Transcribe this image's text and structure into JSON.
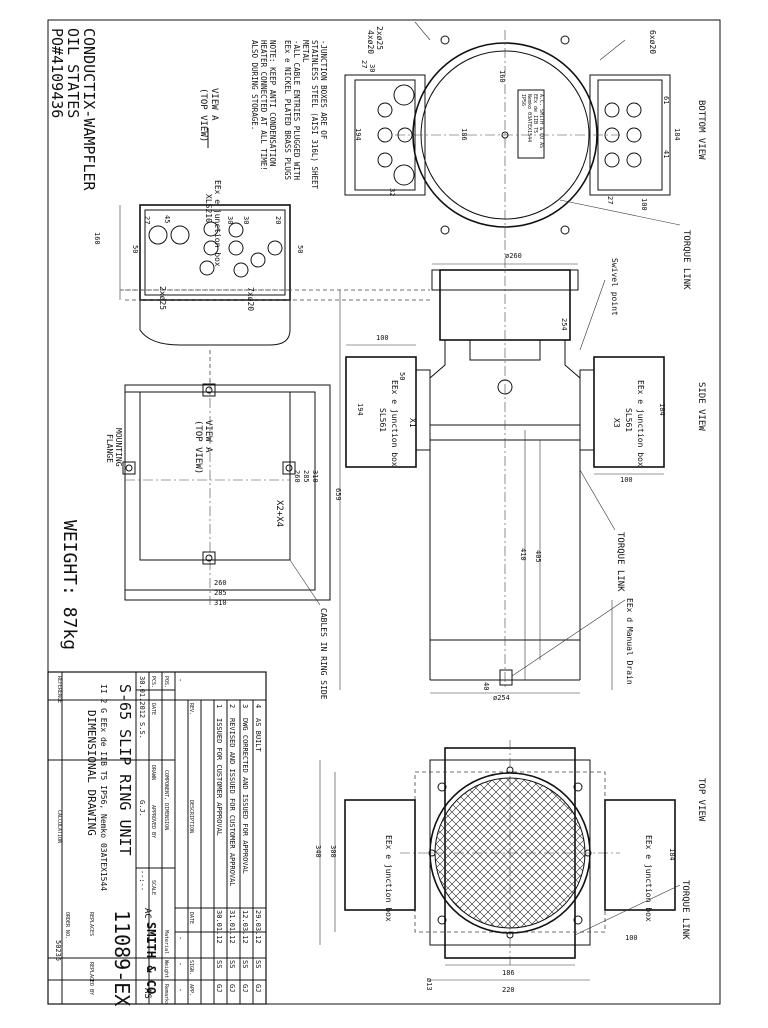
{
  "title_block": {
    "company_lines": [
      "CONDUCTIX-WAMPFLER",
      "OIL STATES",
      "PO#4109436"
    ],
    "weight": "WEIGHT:  87kg",
    "drawing_title": "S-65 SLIP RING UNIT",
    "atex_marking": "II 2 G EEx de IIB T5 IP56, Nemko 03ATEX1544",
    "drawing_type": "DIMENSIONAL DRAWING",
    "drawing_number": "11089-EX",
    "order_no_label": "ORDER NO.",
    "order_no": "50235",
    "date_label": "DATE",
    "date": "30.01.2012",
    "drawn_label": "DRAWN",
    "drawn": "S.S.",
    "approved_label": "APPROVED BY",
    "approved": "G.J.",
    "scale_label": "SCALE",
    "scale": "--:--",
    "reference_label": "REFERENCE",
    "calculation_label": "CALCULATION",
    "component_label": "COMPONENT, DIMENSION",
    "pos_label": "POS.",
    "pcs_label": "PCS.",
    "material_label": "Material",
    "weight_label": "Weight",
    "remarks_label": "Remarks",
    "replaces_label": "REPLACES",
    "replaced_by_label": "REPLACED BY",
    "rev_label": "REV.",
    "description_label": "DESCRIPTION",
    "date_col_label": "DATE",
    "sign_label": "SIGN.",
    "app_label": "APP.",
    "dash": "-",
    "logo_prefix": "AC",
    "logo_main": "SMITH & CO",
    "logo_suffix": "AS",
    "revisions": [
      {
        "rev": "4",
        "description": "AS BUILT",
        "date": "29.03.12",
        "sign": "SS",
        "app": "GJ"
      },
      {
        "rev": "3",
        "description": "DWG CORRECTED AND ISSUED FOR APPROVAL",
        "date": "12.03.12",
        "sign": "SS",
        "app": "GJ"
      },
      {
        "rev": "2",
        "description": "REVISED AND ISSUED FOR CUSTOMER APPROVAL",
        "date": "31.01.12",
        "sign": "SS",
        "app": "GJ"
      },
      {
        "rev": "1",
        "description": "ISSUED FOR CUSTOMER APPROVAL",
        "date": "30.01.12",
        "sign": "SS",
        "app": "GJ"
      }
    ]
  },
  "notes": [
    "-JUNCTION BOXES ARE OF",
    "STAINLESS STEEL (AISI 316L) SHEET",
    "METAL",
    "-ALL CABLE ENTRIES PLUGGED WITH",
    "EEx e NICKEL PLATED BRASS PLUGS",
    "NOTE: KEEP ANTI CONDENSATION",
    "HEATER CONNECTED AT ALL TIME!",
    "ALSO DURING STORAGE."
  ],
  "view_labels": {
    "bottom": "BOTTOM VIEW",
    "side": "SIDE VIEW",
    "top": "TOP VIEW",
    "view_a_lines": [
      "VIEW A",
      "(TOP VIEW)"
    ],
    "view_a_box_lines": [
      "VIEW A",
      "(TOP VIEW)"
    ],
    "x2x4": "X2+X4"
  },
  "callouts": {
    "torque_link": "TORQUE LINK",
    "swivel_point": "Swivel point",
    "mounting": "MOUNTING",
    "flange": "FLANGE",
    "cables": "CABLES IN RING SIDE",
    "manual_drain": "EEx d Manual Drain",
    "xls210_a": "EEx e junction box",
    "xls210_b": "XLS210",
    "jbox": "EEx e junction box",
    "sl561": "SL561",
    "x1": "X1",
    "x3": "X3",
    "nameplate": [
      "A.C. SMITH & CO AS",
      "EEx de IIB T5",
      "Nemko 03ATEX1544",
      "IP56"
    ]
  },
  "dimensions": {
    "d260": "ø260",
    "d254": "ø254",
    "d13": "ø13",
    "hole_2x25_top": "2xø25",
    "hole_4x20": "4xø20",
    "hole_6x20": "6xø20",
    "hole_2x25": "2xø25",
    "hole_7x20": "7xø20",
    "v186": "186",
    "v100": "100",
    "v160": "160",
    "v184": "184",
    "v194": "194",
    "v254": "254",
    "v405": "405",
    "v410": "410",
    "v659": "659",
    "v40": "40",
    "v50": "50",
    "v220": "220",
    "v300": "300",
    "v340": "340",
    "v260": "260",
    "v285": "285",
    "v310": "310",
    "v27": "27",
    "v30": "30",
    "v45": "45",
    "v20": "20",
    "v32": "32",
    "v61": "61",
    "v41": "41"
  }
}
